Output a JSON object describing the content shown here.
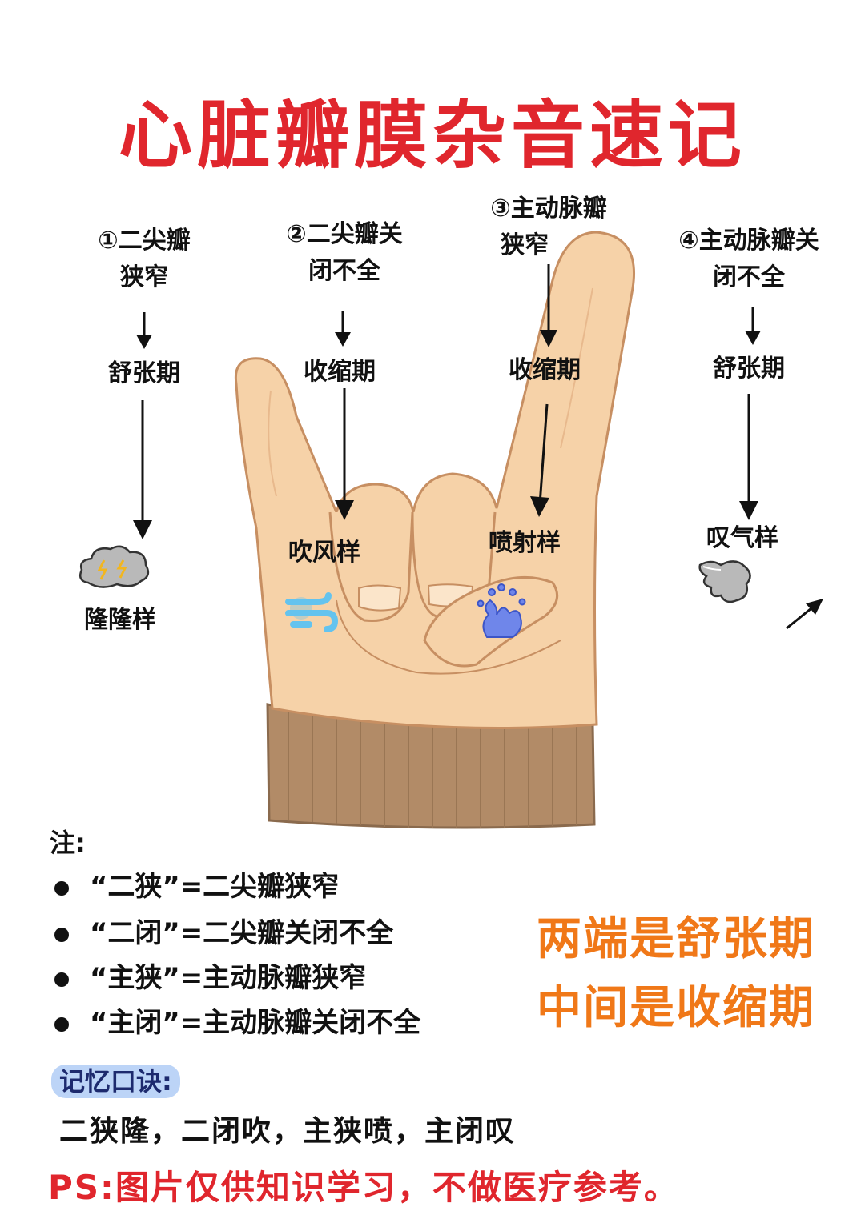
{
  "title": "心脏瓣膜杂音速记",
  "columns": [
    {
      "num": "①",
      "name_line1": "二尖瓣",
      "name_line2": "狭窄",
      "phase": "舒张期",
      "murmur": "隆隆样"
    },
    {
      "num": "②",
      "name_line1": "二尖瓣关",
      "name_line2": "闭不全",
      "phase": "收缩期",
      "murmur": "吹风样"
    },
    {
      "num": "③",
      "name_line1": "主动脉瓣",
      "name_line2": "狭窄",
      "phase": "收缩期",
      "murmur": "喷射样"
    },
    {
      "num": "④",
      "name_line1": "主动脉瓣关",
      "name_line2": "闭不全",
      "phase": "舒张期",
      "murmur": "叹气样"
    }
  ],
  "icons": {
    "murmur_1": "thunder-cloud-icon",
    "murmur_2": "wind-swirl-icon",
    "murmur_3": "spray-burst-icon",
    "murmur_4": "sigh-puff-icon"
  },
  "notes": {
    "heading": "注:",
    "items": [
      "“二狭”=二尖瓣狭窄",
      "“二闭”=二尖瓣关闭不全",
      "“主狭”=主动脉瓣狭窄",
      "“主闭”=主动脉瓣关闭不全"
    ]
  },
  "summary": {
    "line1": "两端是舒张期",
    "line2": "中间是收缩期"
  },
  "mnemonic": {
    "heading": "记忆口诀:",
    "text": "二狭隆，二闭吹，主狭喷，主闭叹"
  },
  "disclaimer": "PS:图片仅供知识学习，不做医疗参考。",
  "colors": {
    "title": "#e0262d",
    "summary": "#f07818",
    "skin": "#f6d2a8",
    "skin_outline": "#c78f62",
    "sleeve": "#b28b67",
    "wind": "#64c3ee",
    "spray": "#6f86ea",
    "cloud": "#b9b9b9"
  }
}
